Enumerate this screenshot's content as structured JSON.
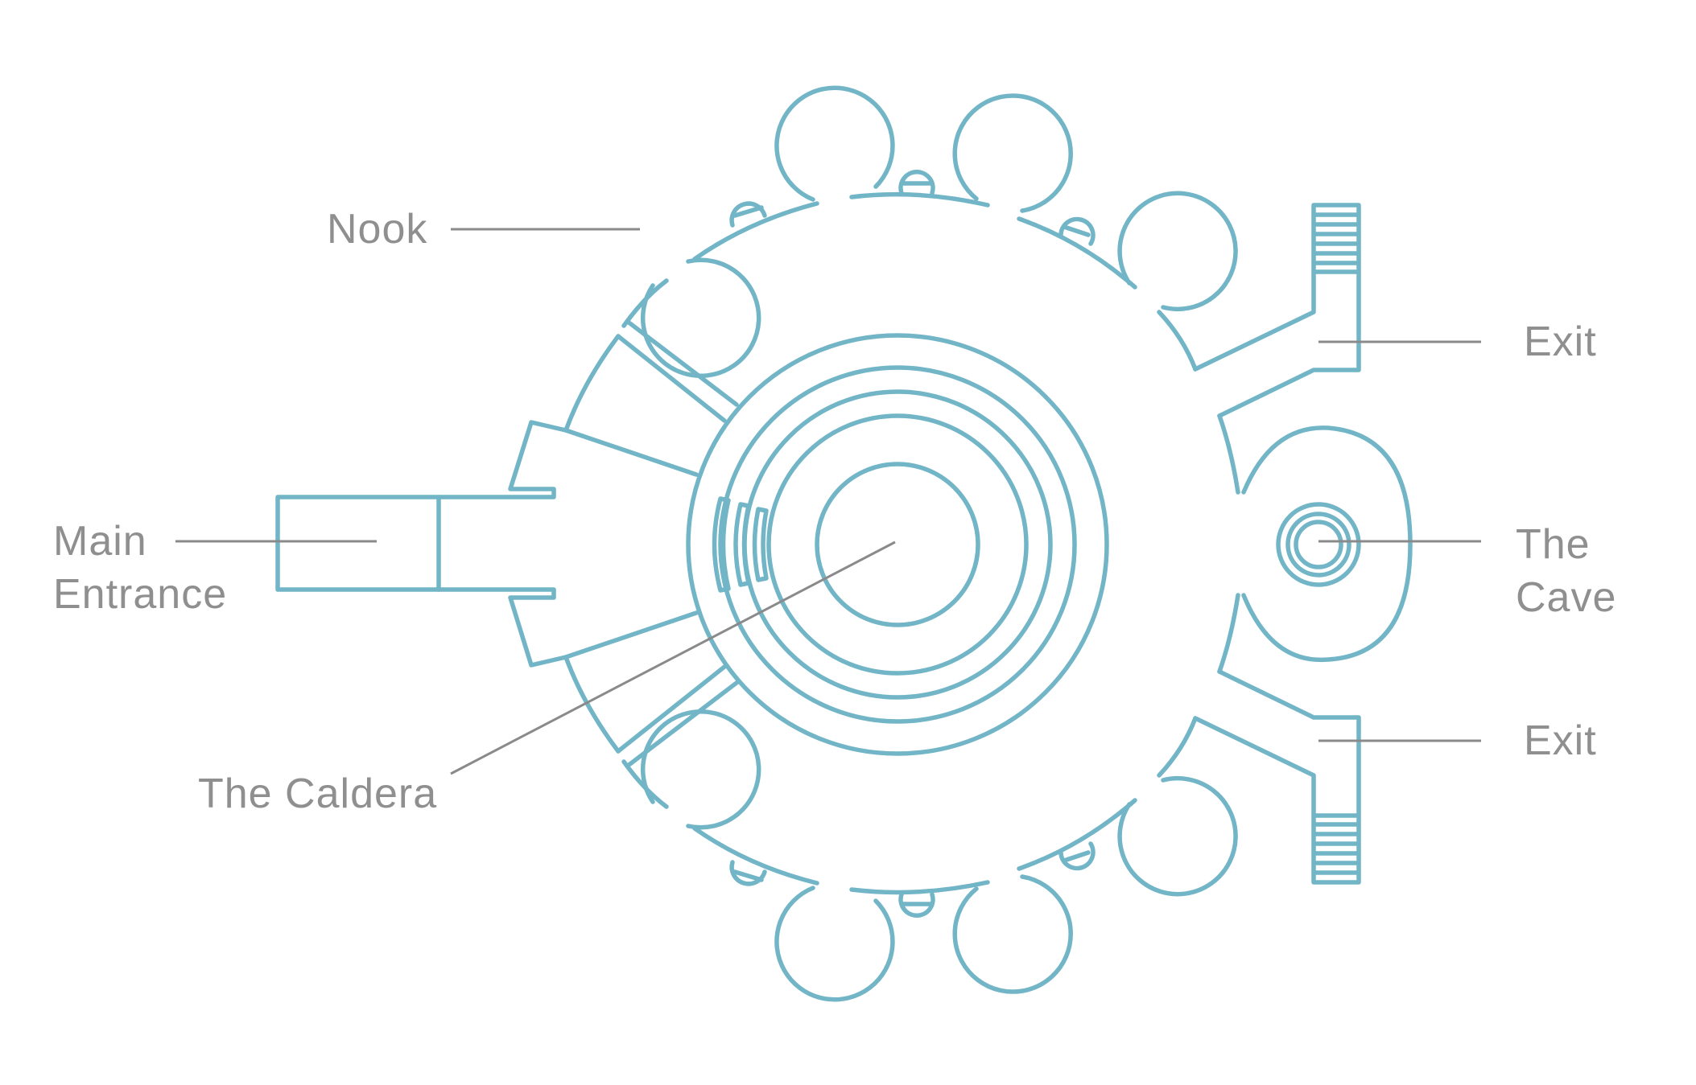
{
  "colors": {
    "outline": "#72b5c7",
    "label_text": "#8f8f8f",
    "leader_line": "#8a8a8a",
    "background": "#ffffff"
  },
  "labels": {
    "nook": "Nook",
    "main_entrance_line1": "Main",
    "main_entrance_line2": "Entrance",
    "the_caldera": "The Caldera",
    "exit_top": "Exit",
    "exit_bottom": "Exit",
    "the_cave_line1": "The",
    "the_cave_line2": "Cave"
  }
}
